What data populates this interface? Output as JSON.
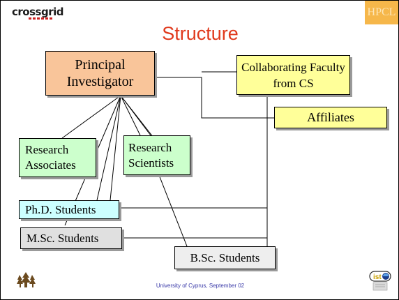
{
  "header": {
    "logo_text": "crossgrid",
    "hpcl_label": "HPCL",
    "hpcl_color": "#f6b74a"
  },
  "title": "Structure",
  "title_color": "#e0391c",
  "nodes": {
    "pi": "Principal Investigator",
    "collab": "Collaborating Faculty from CS",
    "affiliates": "Affiliates",
    "ra": "Research Associates",
    "rs": "Research Scientists",
    "phd": "Ph.D. Students",
    "msc": "M.Sc. Students",
    "bsc": "B.Sc. Students"
  },
  "node_colors": {
    "pi": "#f9c59a",
    "collab": "#ffff99",
    "affiliates": "#ffff99",
    "ra": "#ccffcc",
    "rs": "#ccffcc",
    "phd": "#ccffff",
    "msc": "#e0e0e0",
    "bsc": "#eeeeee"
  },
  "footer": {
    "text": "University of Cyprus, September 02",
    "left_logo": "ucy-tree-logo",
    "right_logo": "ist-logo"
  }
}
